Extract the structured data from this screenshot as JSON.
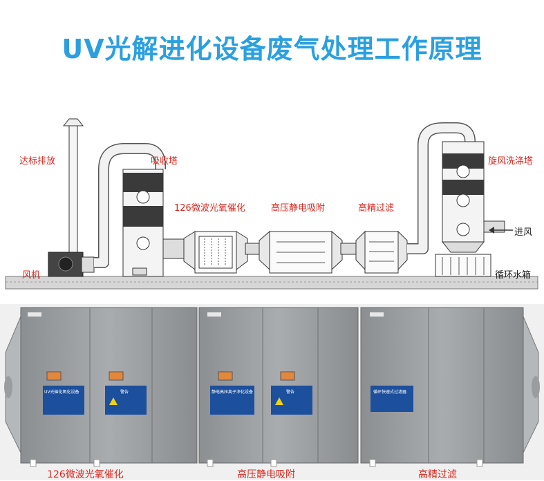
{
  "title": "UV光解进化设备废气处理工作原理",
  "labels": {
    "exhaust": "达标排放",
    "absorption_tower": "吸收塔",
    "uv_oxidation": "126微波光氧催化",
    "electrostatic": "高压静电吸附",
    "fine_filter": "高精过滤",
    "cyclone_scrubber": "旋风洗涤塔",
    "air_inlet": "进风",
    "fan": "风机",
    "water_tank": "循环水箱"
  },
  "panels": {
    "uv": "UV光催化氧化设备",
    "electrostatic": "静电高压离子净化设备",
    "filter": "循环快速式过滤器",
    "warning": "警告"
  },
  "captions": {
    "uv": "126微波光氧催化",
    "electrostatic": "高压静电吸附",
    "filter": "高精过滤"
  },
  "colors": {
    "title": "#2aa0e0",
    "labels": "#d9251d",
    "panel_blue": "#1c4f9c",
    "warning_yellow": "#f5d10a"
  }
}
